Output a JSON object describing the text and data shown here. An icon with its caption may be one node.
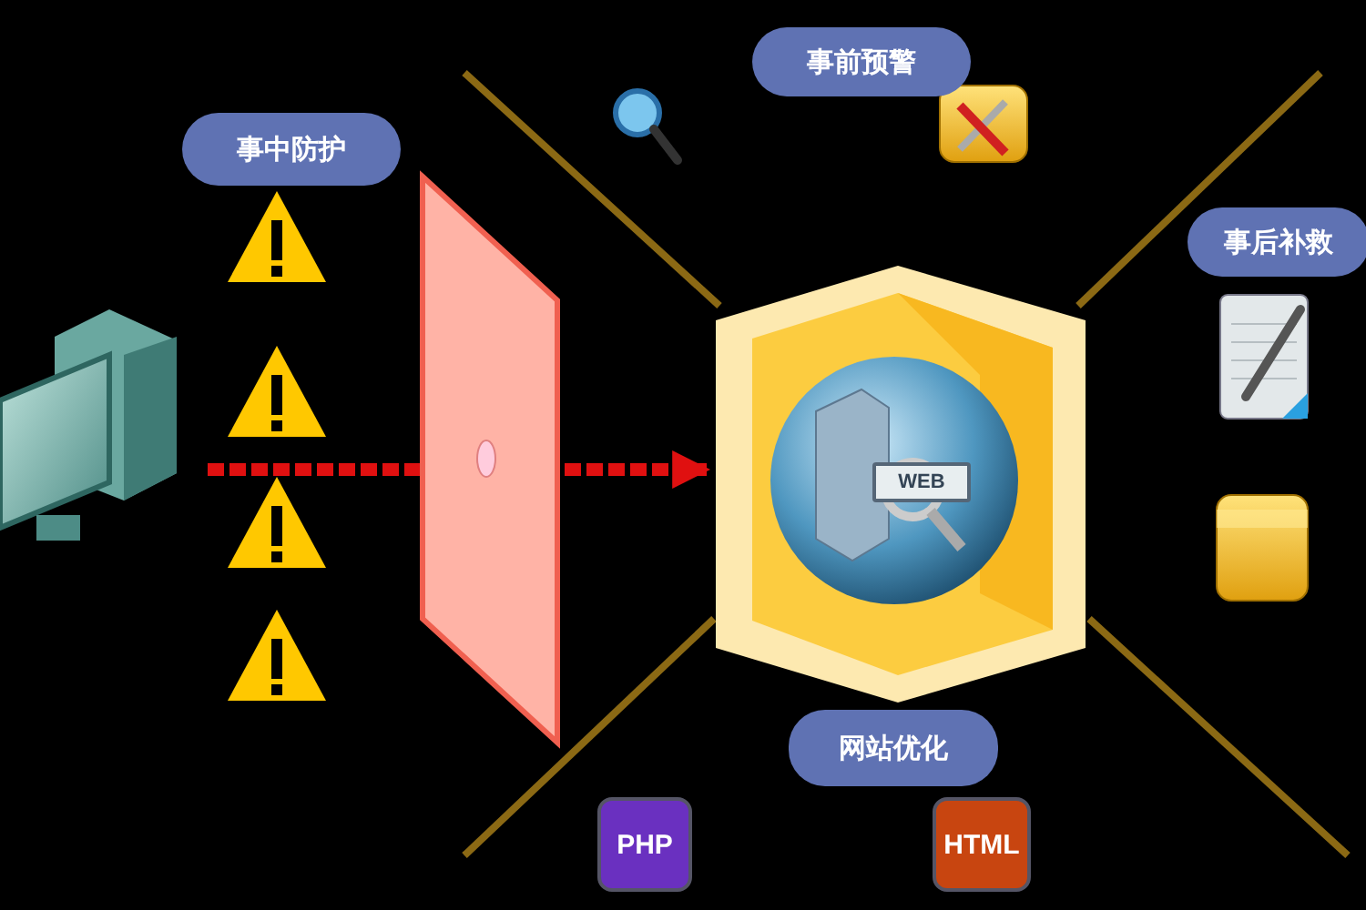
{
  "diagram": {
    "nodes": [
      {
        "text": [
          "事中防护"
        ]
      },
      {
        "text": [
          "事前预警"
        ]
      },
      {
        "text": [
          "事后补救"
        ]
      },
      {
        "text": [],
        "shape": "picture"
      },
      {
        "text": [],
        "shape": "box"
      },
      {
        "text": [],
        "shape": "picture"
      },
      {
        "text": [
          "网站优化"
        ]
      }
    ],
    "edges": [
      {
        "from": 3,
        "to": 4,
        "arrow": "none",
        "style": "dashed",
        "color": "#e01010"
      },
      {
        "from": 4,
        "to": 5,
        "arrow": "to",
        "style": "dashed",
        "color": "#e01010"
      }
    ],
    "labels": [
      "WEB",
      "PHP",
      "HTML"
    ]
  }
}
